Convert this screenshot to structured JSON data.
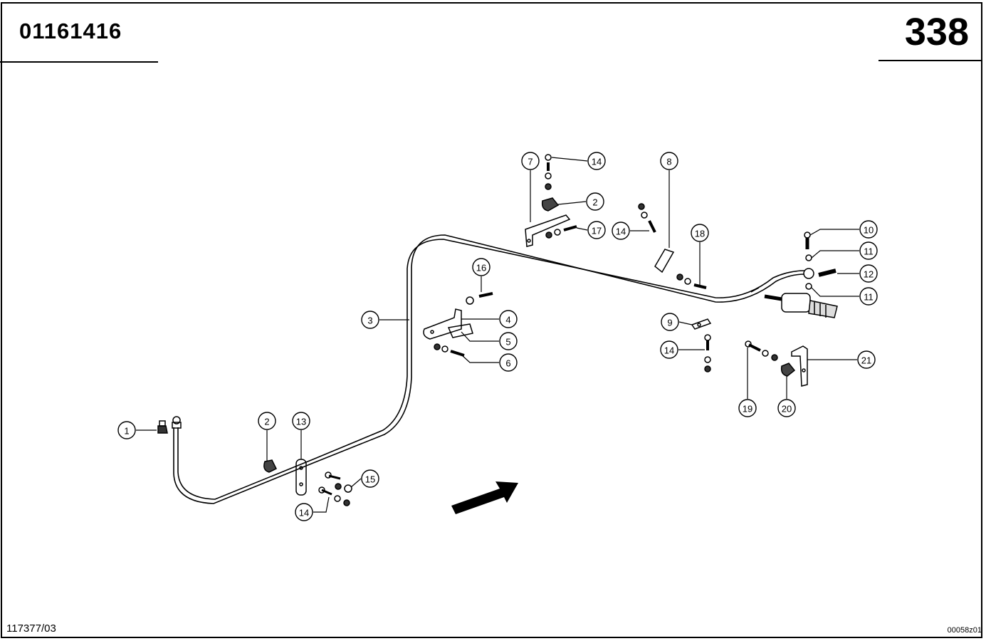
{
  "header": {
    "part_number": "01161416",
    "page_number": "338"
  },
  "footer": {
    "drawing_code": "117377/03",
    "image_code": "00058z01"
  },
  "callouts": [
    "1",
    "2",
    "2",
    "3",
    "4",
    "5",
    "6",
    "7",
    "8",
    "9",
    "10",
    "11",
    "11",
    "12",
    "13",
    "14",
    "14",
    "14",
    "14",
    "15",
    "16",
    "17",
    "18",
    "19",
    "20",
    "21"
  ]
}
